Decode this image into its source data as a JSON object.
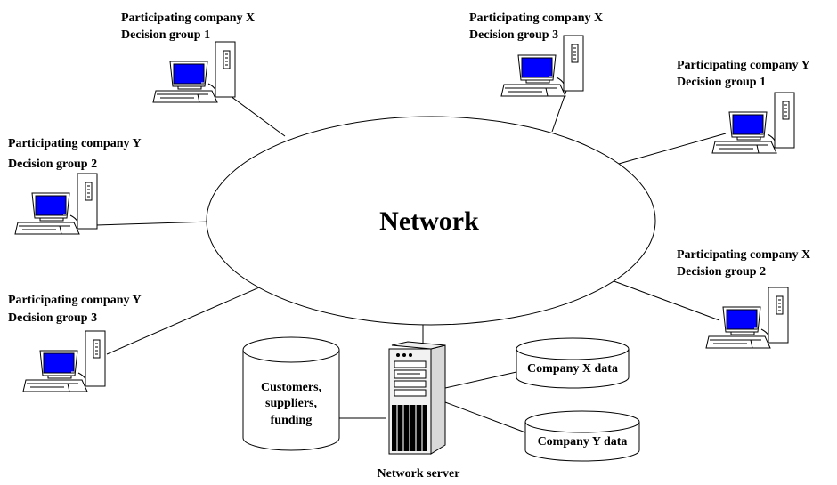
{
  "network": {
    "label": "Network"
  },
  "workstations": [
    {
      "company": "Participating company X",
      "group": "Decision group 1"
    },
    {
      "company": "Participating company X",
      "group": "Decision group 3"
    },
    {
      "company": "Participating company Y",
      "group": "Decision group 1"
    },
    {
      "company": "Participating company Y",
      "group": "Decision group 2"
    },
    {
      "company": "Participating company X",
      "group": "Decision group 2"
    },
    {
      "company": "Participating company Y",
      "group": "Decision group 3"
    }
  ],
  "server": {
    "label": "Network server"
  },
  "databases": [
    {
      "lines": [
        "Customers,",
        "suppliers,",
        "funding"
      ]
    },
    {
      "lines": [
        "Company X data"
      ]
    },
    {
      "lines": [
        "Company Y data"
      ]
    }
  ],
  "colors": {
    "screen": "#0000ff",
    "line": "#000000",
    "background": "#ffffff"
  },
  "icons": {
    "workstation": "desktop-computer-icon",
    "server": "server-tower-icon",
    "database": "database-cylinder-icon"
  }
}
